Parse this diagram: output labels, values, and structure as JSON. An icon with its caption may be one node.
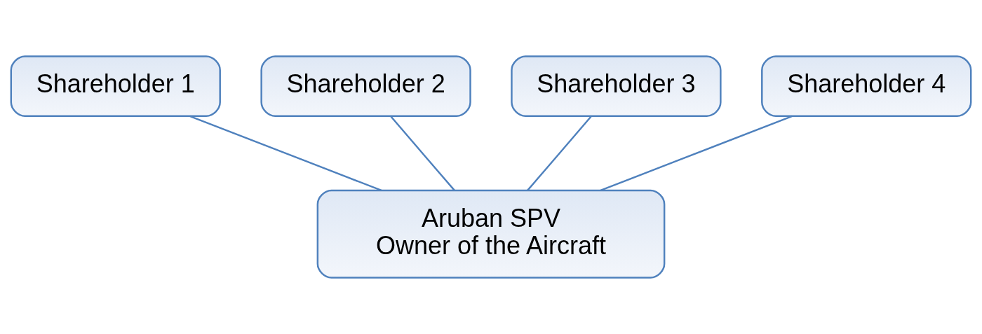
{
  "diagram": {
    "nodes": [
      {
        "text": [
          "Shareholder 1"
        ]
      },
      {
        "text": [
          "Shareholder 2"
        ]
      },
      {
        "text": [
          "Shareholder 3"
        ]
      },
      {
        "text": [
          "Shareholder 4"
        ]
      },
      {
        "text": [
          "Aruban SPV",
          "Owner of the Aircraft"
        ]
      }
    ],
    "edges": [
      {
        "from": 0,
        "to": 4,
        "arrow": "none"
      },
      {
        "from": 1,
        "to": 4,
        "arrow": "none"
      },
      {
        "from": 2,
        "to": 4,
        "arrow": "none"
      },
      {
        "from": 3,
        "to": 4,
        "arrow": "none"
      }
    ]
  }
}
